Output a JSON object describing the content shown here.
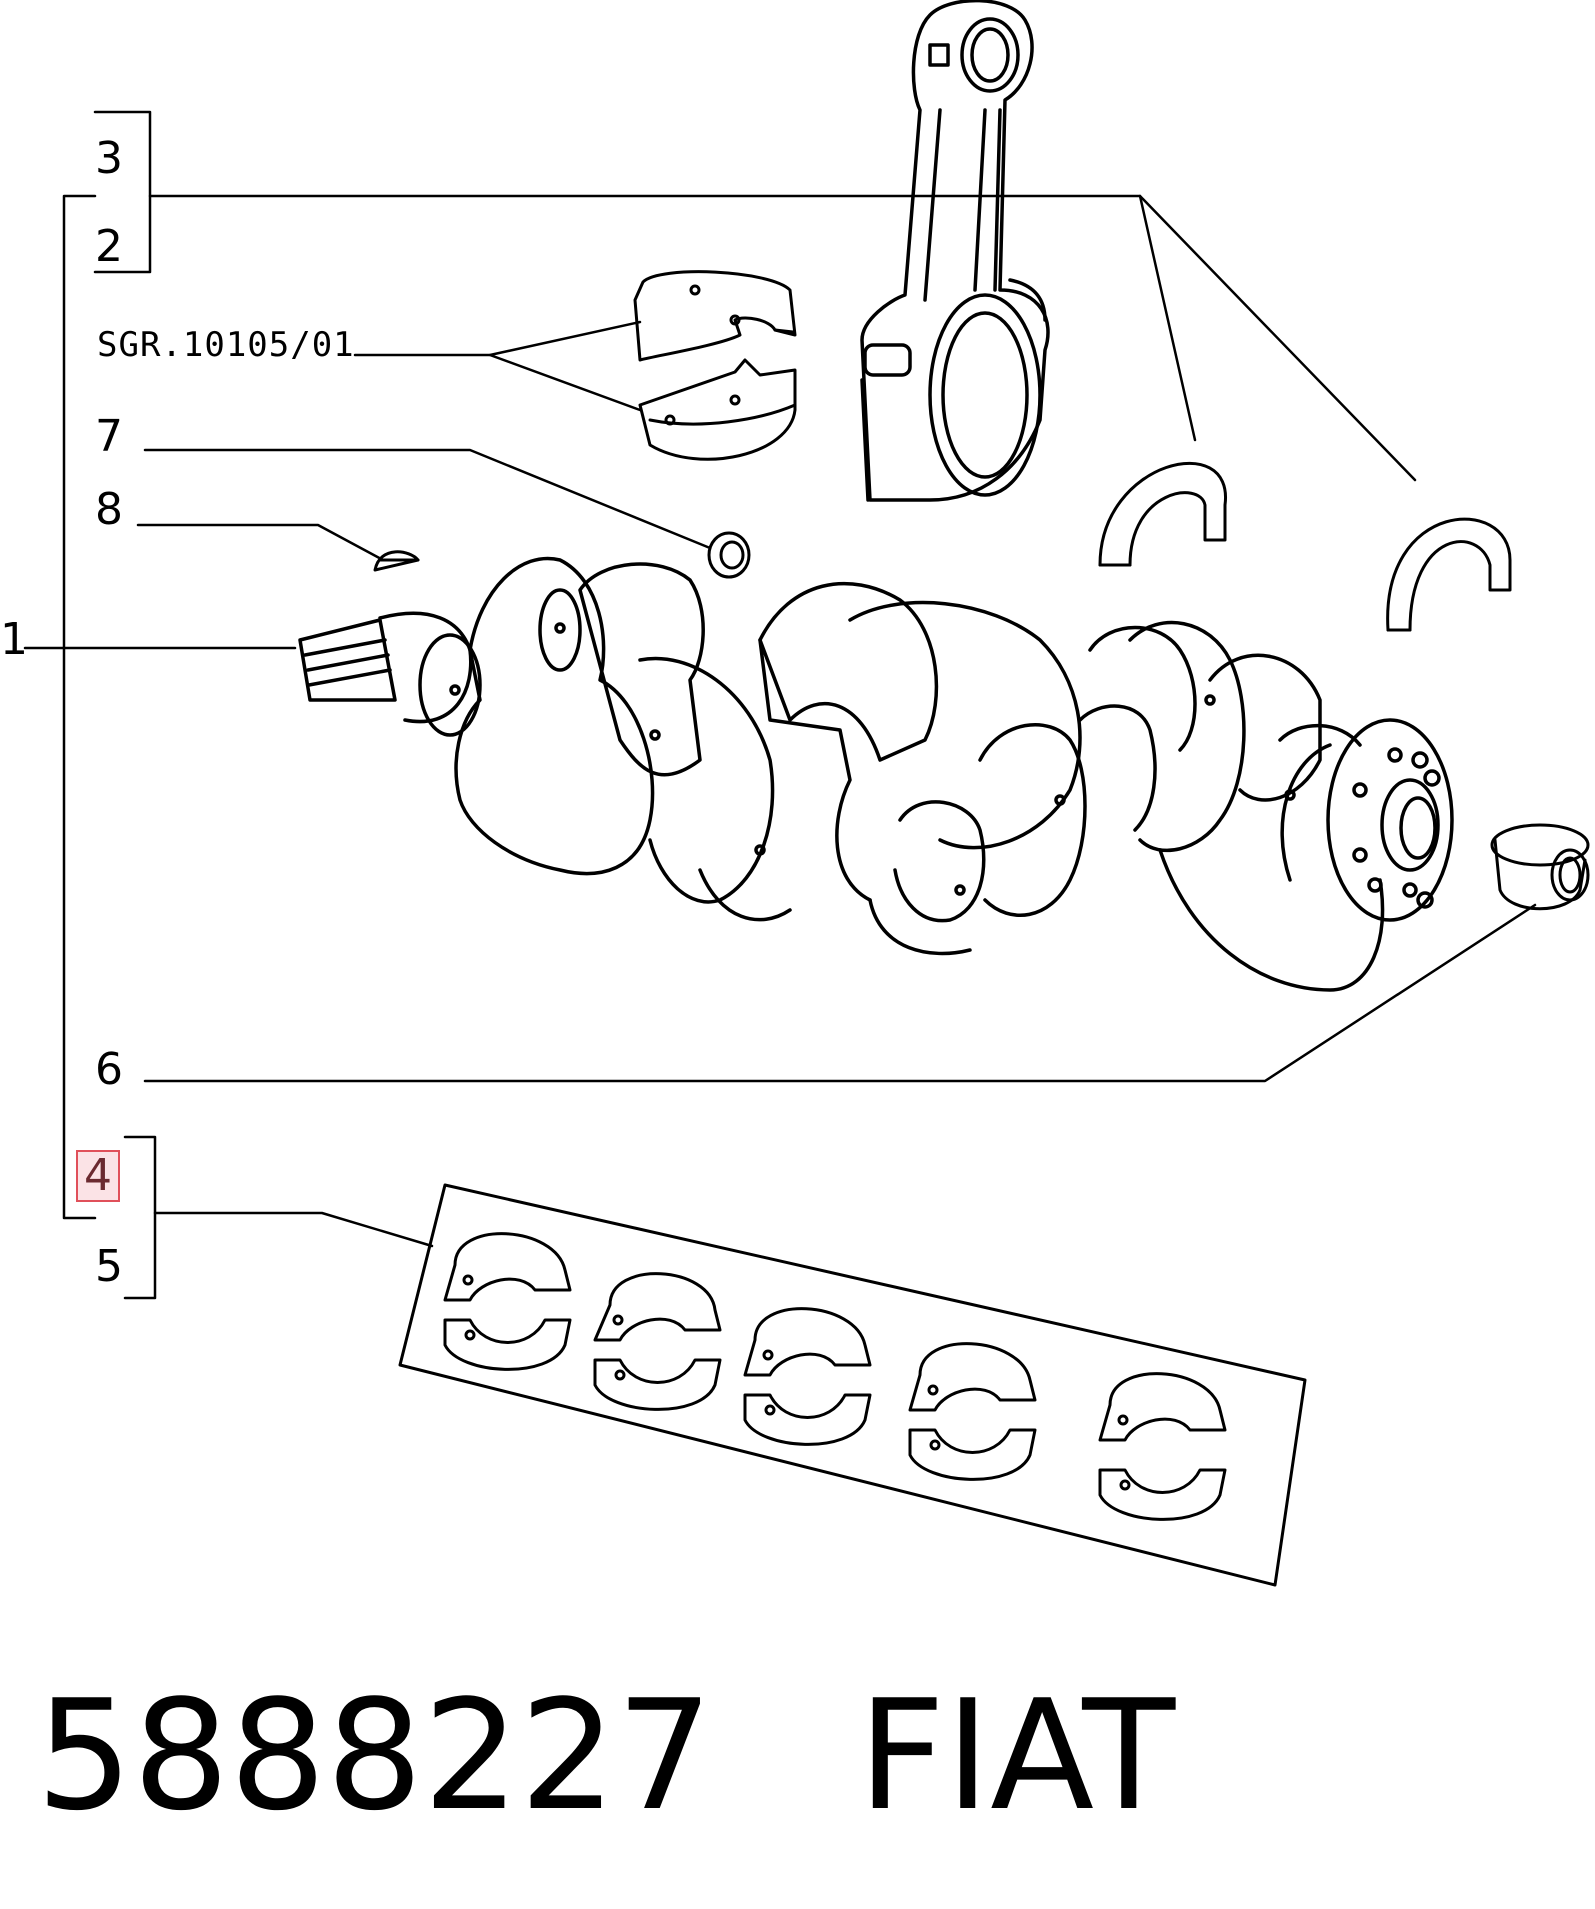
{
  "callouts": {
    "c1": "1",
    "c2": "2",
    "c3": "3",
    "c4": "4",
    "c5": "5",
    "c6": "6",
    "c7": "7",
    "c8": "8",
    "sgr": "SGR.10105/01"
  },
  "footer": {
    "part_number": "5888227",
    "brand": "FIAT"
  },
  "highlight_color": "#e0505a"
}
